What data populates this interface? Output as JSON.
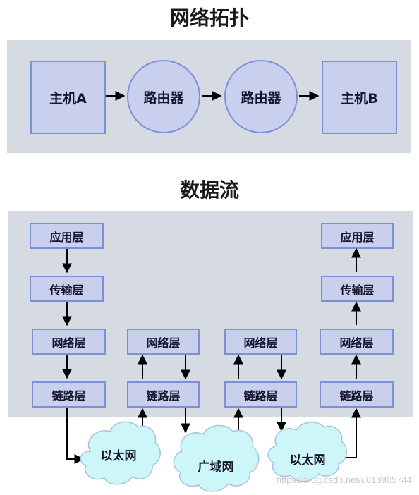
{
  "topology": {
    "title": "网络拓扑",
    "host_a": "主机A",
    "router_1": "路由器",
    "router_2": "路由器",
    "host_b": "主机B"
  },
  "dataflow": {
    "title": "数据流",
    "host_a_stack": {
      "application": "应用层",
      "transport": "传输层",
      "network": "网络层",
      "link": "链路层"
    },
    "router_1_stack": {
      "network": "网络层",
      "link": "链路层"
    },
    "router_2_stack": {
      "network": "网络层",
      "link": "链路层"
    },
    "host_b_stack": {
      "application": "应用层",
      "transport": "传输层",
      "network": "网络层",
      "link": "链路层"
    },
    "networks": {
      "ethernet_left": "以太网",
      "wan": "广域网",
      "ethernet_right": "以太网"
    }
  },
  "watermark": "https://blog.csdn.net/u013905744",
  "colors": {
    "panel": "#d5dae3",
    "box_fill": "#c9d0ee",
    "box_border": "#7e8fd6",
    "cloud_fill": "#cdf6f9",
    "cloud_border": "#a6c4df"
  }
}
